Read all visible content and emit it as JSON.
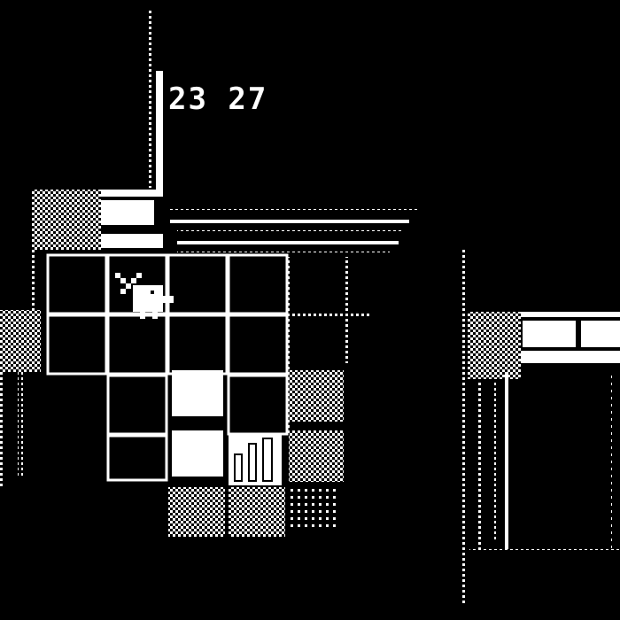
{
  "screen": {
    "background": "#000000",
    "foreground": "#ffffff",
    "style": "1-bit pixel art dungeon"
  },
  "hud": {
    "counter_text": "23 27"
  },
  "entities": {
    "player": {
      "kind": "duck-with-sword",
      "icon": "duck-sword-icon"
    },
    "stairs": {
      "icon": "stairs-icon"
    },
    "blocks": {
      "solid": 2,
      "dithered": 4
    }
  }
}
